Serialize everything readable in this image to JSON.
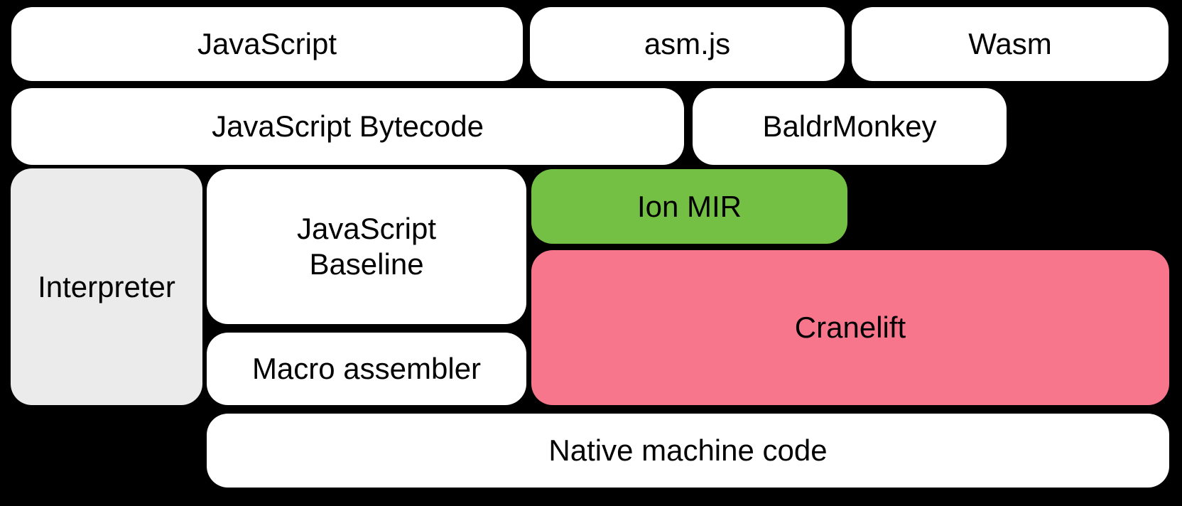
{
  "diagram": {
    "description": "JavaScript engine compilation pipeline diagram",
    "background": "#000000",
    "colors": {
      "box_default": "#ffffff",
      "interpreter_gray": "#ebebeb",
      "ion_mir_green": "#74c044",
      "cranelift_pink": "#f7768b",
      "text": "#000000"
    }
  },
  "boxes": {
    "javascript": {
      "label": "JavaScript"
    },
    "asmjs": {
      "label": "asm.js"
    },
    "wasm": {
      "label": "Wasm"
    },
    "javascript_bytecode": {
      "label": "JavaScript Bytecode"
    },
    "baldrmonkey": {
      "label": "BaldrMonkey"
    },
    "interpreter": {
      "label": "Interpreter"
    },
    "javascript_baseline": {
      "label": "JavaScript\nBaseline"
    },
    "ion_mir": {
      "label": "Ion MIR"
    },
    "cranelift": {
      "label": "Cranelift"
    },
    "macro_assembler": {
      "label": "Macro assembler"
    },
    "native_machine_code": {
      "label": "Native machine code"
    }
  }
}
